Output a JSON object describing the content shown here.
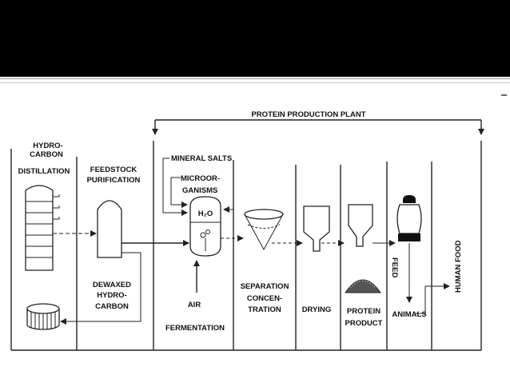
{
  "diagram": {
    "plant_title": "PROTEIN PRODUCTION PLANT",
    "stage_hydrocarbon": [
      "HYDRO-",
      "CARBON",
      "DISTILLATION"
    ],
    "stage_feedstock": [
      "FEEDSTOCK",
      "PURIFICATION"
    ],
    "dewaxed": [
      "DEWAXED",
      "HYDRO-",
      "CARBON"
    ],
    "mineral_salts": "MINERAL SALTS",
    "microorganisms": [
      "MICROOR-",
      "GANISMS"
    ],
    "h2o": "H₂O",
    "air": "AIR",
    "fermentation": "FERMENTATION",
    "separation": [
      "SEPARATION",
      "CONCEN-",
      "TRATION"
    ],
    "drying": "DRYING",
    "protein_product": [
      "PROTEIN",
      "PRODUCT"
    ],
    "feed": "FEED",
    "animals": "ANIMALS",
    "human_food": "HUMAN FOOD"
  }
}
